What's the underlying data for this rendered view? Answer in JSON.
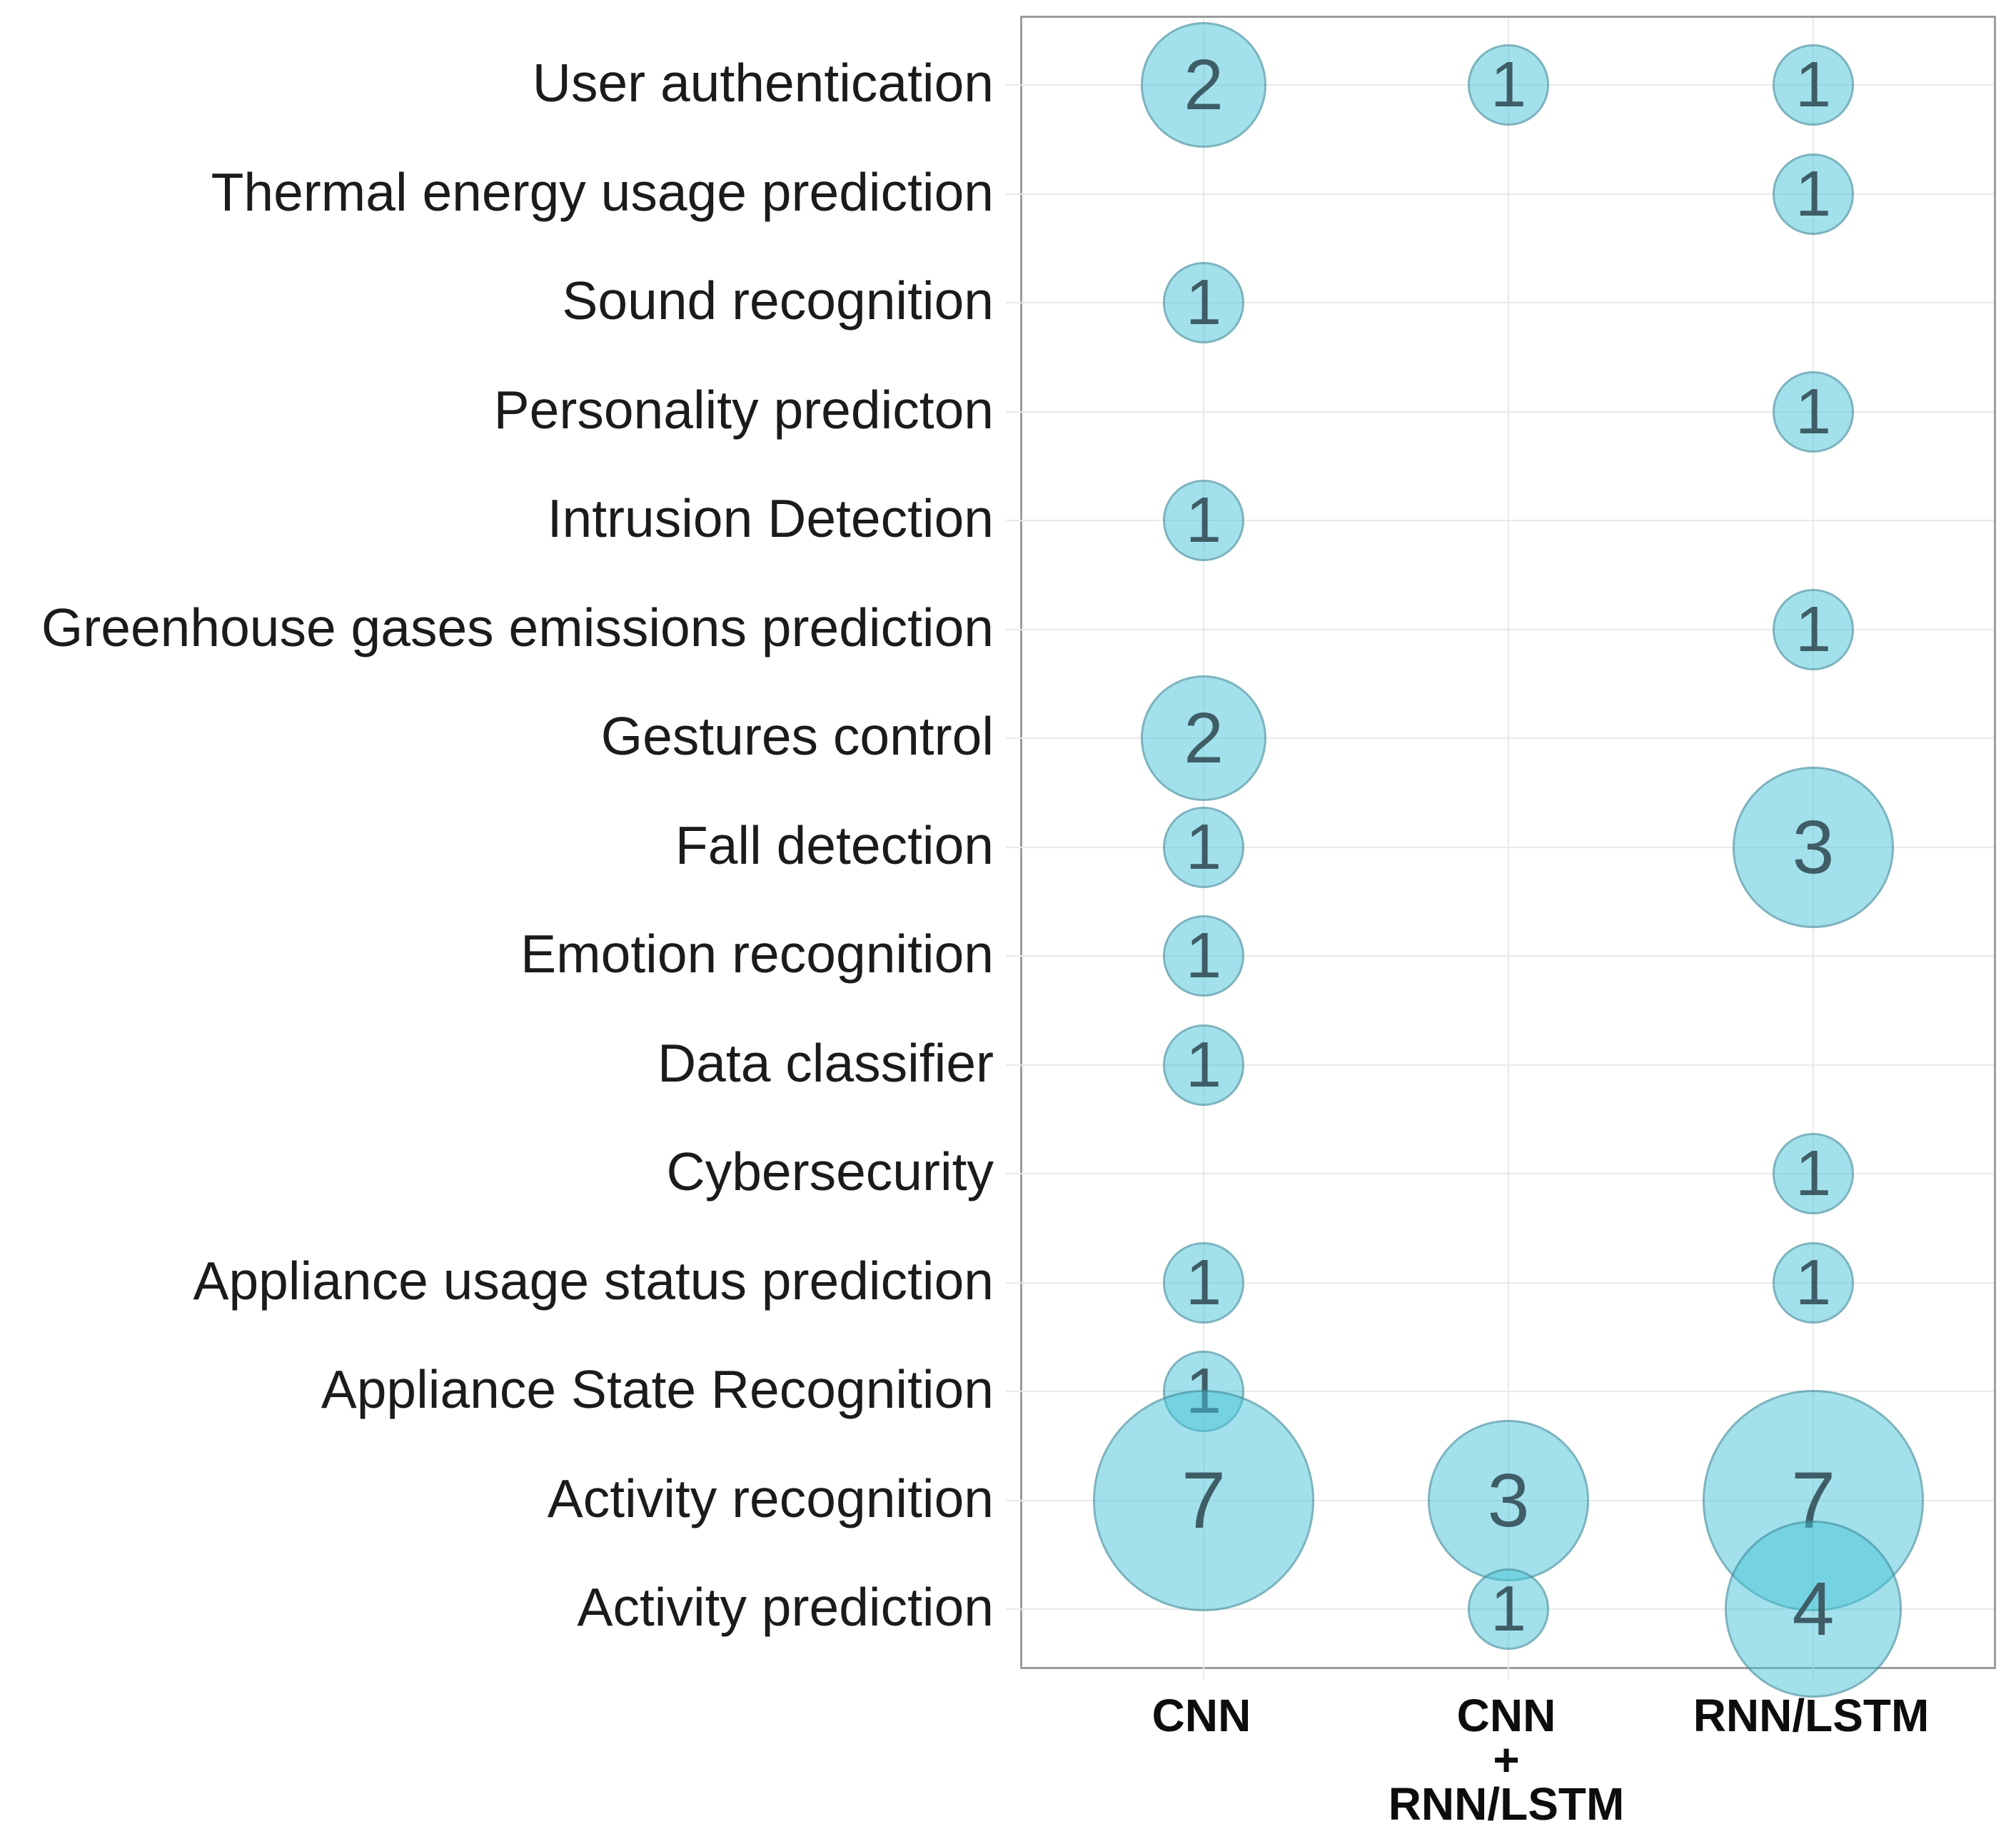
{
  "chart_data": {
    "type": "bubble",
    "title": "",
    "xlabel": "",
    "ylabel": "",
    "grid": true,
    "legend": false,
    "x_categories": [
      "CNN",
      "CNN\n+\nRNN/LSTM",
      "RNN/LSTM"
    ],
    "y_categories": [
      "User authentication",
      "Thermal energy usage prediction",
      "Sound recognition",
      "Personality predicton",
      "Intrusion Detection",
      "Greenhouse gases emissions prediction",
      "Gestures control",
      "Fall detection",
      "Emotion recognition",
      "Data classifier",
      "Cybersecurity",
      "Appliance usage status prediction",
      "Appliance State Recognition",
      "Activity recognition",
      "Activity prediction"
    ],
    "points": [
      {
        "y": "User authentication",
        "x": "CNN",
        "value": 2
      },
      {
        "y": "User authentication",
        "x": "CNN\n+\nRNN/LSTM",
        "value": 1
      },
      {
        "y": "User authentication",
        "x": "RNN/LSTM",
        "value": 1
      },
      {
        "y": "Thermal energy usage prediction",
        "x": "RNN/LSTM",
        "value": 1
      },
      {
        "y": "Sound recognition",
        "x": "CNN",
        "value": 1
      },
      {
        "y": "Personality predicton",
        "x": "RNN/LSTM",
        "value": 1
      },
      {
        "y": "Intrusion Detection",
        "x": "CNN",
        "value": 1
      },
      {
        "y": "Greenhouse gases emissions prediction",
        "x": "RNN/LSTM",
        "value": 1
      },
      {
        "y": "Gestures control",
        "x": "CNN",
        "value": 2
      },
      {
        "y": "Fall detection",
        "x": "CNN",
        "value": 1
      },
      {
        "y": "Fall detection",
        "x": "RNN/LSTM",
        "value": 3
      },
      {
        "y": "Emotion recognition",
        "x": "CNN",
        "value": 1
      },
      {
        "y": "Data classifier",
        "x": "CNN",
        "value": 1
      },
      {
        "y": "Cybersecurity",
        "x": "RNN/LSTM",
        "value": 1
      },
      {
        "y": "Appliance usage status prediction",
        "x": "CNN",
        "value": 1
      },
      {
        "y": "Appliance usage status prediction",
        "x": "RNN/LSTM",
        "value": 1
      },
      {
        "y": "Appliance State Recognition",
        "x": "CNN",
        "value": 1
      },
      {
        "y": "Activity recognition",
        "x": "CNN",
        "value": 7
      },
      {
        "y": "Activity recognition",
        "x": "CNN\n+\nRNN/LSTM",
        "value": 3
      },
      {
        "y": "Activity recognition",
        "x": "RNN/LSTM",
        "value": 7
      },
      {
        "y": "Activity prediction",
        "x": "CNN\n+\nRNN/LSTM",
        "value": 1
      },
      {
        "y": "Activity prediction",
        "x": "RNN/LSTM",
        "value": 4
      }
    ],
    "colors": {
      "bubble_fill": "rgba(69,196,216,0.5)",
      "bubble_stroke": "rgba(55,95,105,0.35)",
      "bubble_value_text": "#3f5d66",
      "axis_border": "#9c9c9c",
      "gridline": "#e9e9e9",
      "y_label_text": "#1b1b1b",
      "x_label_text": "#0d0d0d"
    }
  }
}
